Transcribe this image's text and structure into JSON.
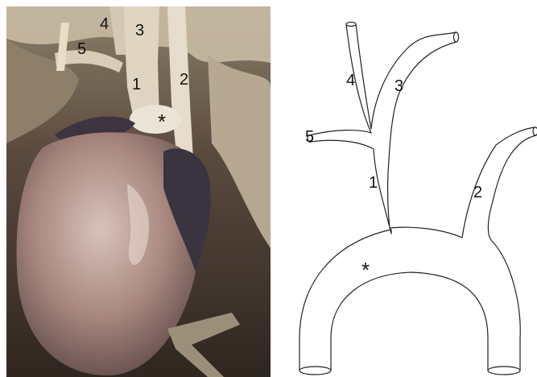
{
  "photo": {
    "labels": {
      "one": "1",
      "two": "2",
      "three": "3",
      "four": "4",
      "five": "5",
      "star": "*"
    },
    "colors": {
      "background": "#4a3a32",
      "tissue": "#d9cbb2",
      "vessel": "#e6dccb",
      "heart": "#a8877e",
      "heart_shadow": "#6e5a5a",
      "auricle": "#3a3340"
    }
  },
  "diagram": {
    "labels": {
      "one": "1",
      "two": "2",
      "three": "3",
      "four": "4",
      "five": "5",
      "star": "*"
    },
    "colors": {
      "stroke": "#222222",
      "fill": "#ffffff"
    }
  }
}
